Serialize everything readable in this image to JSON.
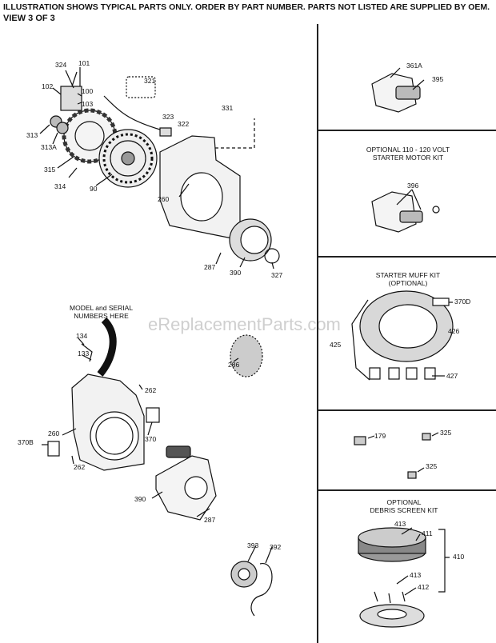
{
  "header": {
    "notice": "ILLUSTRATION SHOWS TYPICAL PARTS ONLY. ORDER BY PART NUMBER. PARTS NOT LISTED ARE SUPPLIED BY OEM.",
    "view": "VIEW 3 OF 3"
  },
  "watermark": "eReplacementParts.com",
  "main": {
    "model_serial_note": "MODEL and SERIAL\nNUMBERS HERE",
    "labels": {
      "p324": "324",
      "p101": "101",
      "p102": "102",
      "p100": "100",
      "p103": "103",
      "p313": "313",
      "p313a": "313A",
      "p315": "315",
      "p314": "314",
      "p90": "90",
      "p321": "321",
      "p323": "323",
      "p322": "322",
      "p331": "331",
      "p260": "260",
      "p287": "287",
      "p390": "390",
      "p327": "327",
      "p134": "134",
      "p133": "133",
      "p262a": "262",
      "p286": "286",
      "p260b": "260",
      "p370b": "370B",
      "p262b": "262",
      "p370": "370",
      "p390b": "390",
      "p287b": "287",
      "p393": "393",
      "p392": "392"
    }
  },
  "side_panels": {
    "starter": {
      "l361a": "361A",
      "l395": "395"
    },
    "motor_kit": {
      "title": "OPTIONAL 110 - 120 VOLT\nSTARTER MOTOR KIT",
      "l396": "396"
    },
    "muff_kit": {
      "title": "STARTER MUFF KIT\n(OPTIONAL)",
      "l370d": "370D",
      "l426": "426",
      "l425": "425",
      "l427": "427"
    },
    "clips": {
      "l179": "179",
      "l325a": "325",
      "l325b": "325"
    },
    "debris_kit": {
      "title": "OPTIONAL\nDEBRIS SCREEN KIT",
      "l413a": "413",
      "l411": "411",
      "l410": "410",
      "l413b": "413",
      "l412": "412"
    }
  }
}
